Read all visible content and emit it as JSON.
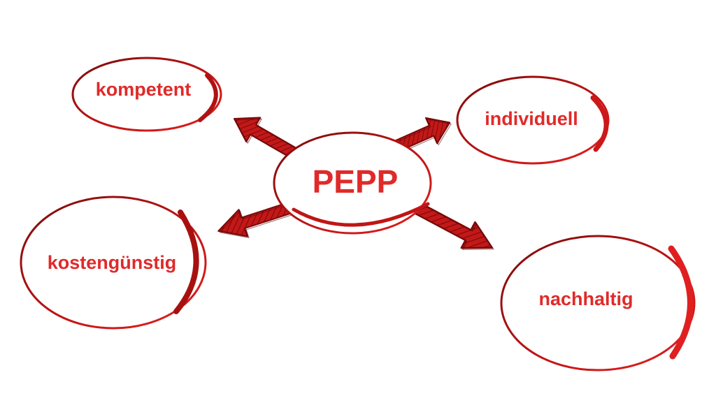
{
  "diagram": {
    "center": {
      "label": "PEPP"
    },
    "nodes": {
      "kompetent": {
        "label": "kompetent"
      },
      "individuell": {
        "label": "individuell"
      },
      "kostenguenstig": {
        "label": "kostengünstig"
      },
      "nachhaltig": {
        "label": "nachhaltig"
      }
    }
  },
  "colors": {
    "primary_red": "#cc1a1a",
    "dark_red": "#8e0d0d",
    "text_red": "#e02a2a"
  }
}
